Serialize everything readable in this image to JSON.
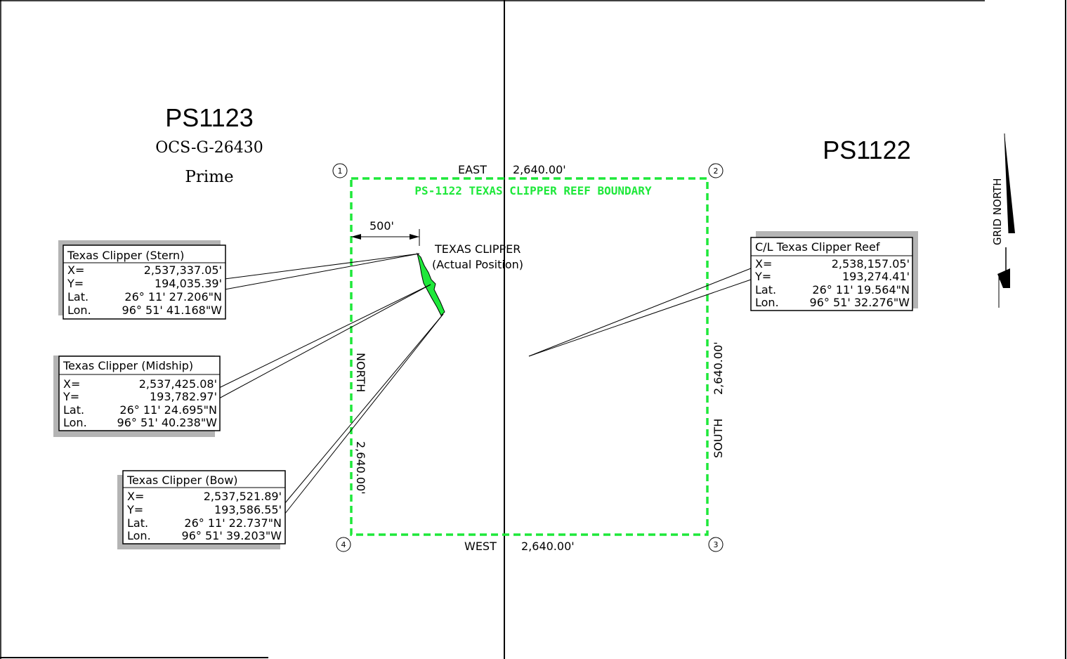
{
  "blocks": {
    "left_title": "PS1123",
    "left_lease": "OCS-G-26430",
    "left_status": "Prime",
    "right_title": "PS1122"
  },
  "boundary": {
    "label": "PS-1122 TEXAS CLIPPER REEF BOUNDARY",
    "color": "#1ee83a",
    "corners": [
      "1",
      "2",
      "3",
      "4"
    ],
    "east_label": "EAST",
    "east_dist": "2,640.00'",
    "west_label": "WEST",
    "west_dist": "2,640.00'",
    "north_label": "NORTH",
    "north_dist": "2,640.00'",
    "south_label": "SOUTH",
    "south_dist": "2,640.00'"
  },
  "dimension": {
    "label": "500'"
  },
  "vessel": {
    "name": "TEXAS CLIPPER",
    "note": "(Actual Position)",
    "color": "#1ee83a"
  },
  "north_arrow": {
    "label": "GRID NORTH"
  },
  "callouts": {
    "stern": {
      "title": "Texas Clipper (Stern)",
      "x_label": "X=",
      "x": "2,537,337.05'",
      "y_label": "Y=",
      "y": "194,035.39'",
      "lat_label": "Lat.",
      "lat": "26° 11' 27.206\"N",
      "lon_label": "Lon.",
      "lon": "96° 51' 41.168\"W"
    },
    "midship": {
      "title": "Texas Clipper (Midship)",
      "x_label": "X=",
      "x": "2,537,425.08'",
      "y_label": "Y=",
      "y": "193,782.97'",
      "lat_label": "Lat.",
      "lat": "26° 11' 24.695\"N",
      "lon_label": "Lon.",
      "lon": "96° 51' 40.238\"W"
    },
    "bow": {
      "title": "Texas Clipper (Bow)",
      "x_label": "X=",
      "x": "2,537,521.89'",
      "y_label": "Y=",
      "y": "193,586.55'",
      "lat_label": "Lat.",
      "lat": "26° 11' 22.737\"N",
      "lon_label": "Lon.",
      "lon": "96° 51' 39.203\"W"
    },
    "reef": {
      "title": "C/L Texas Clipper Reef",
      "x_label": "X=",
      "x": "2,538,157.05'",
      "y_label": "Y=",
      "y": "193,274.41'",
      "lat_label": "Lat.",
      "lat": "26° 11' 19.564\"N",
      "lon_label": "Lon.",
      "lon": "96° 51' 32.276\"W"
    }
  }
}
